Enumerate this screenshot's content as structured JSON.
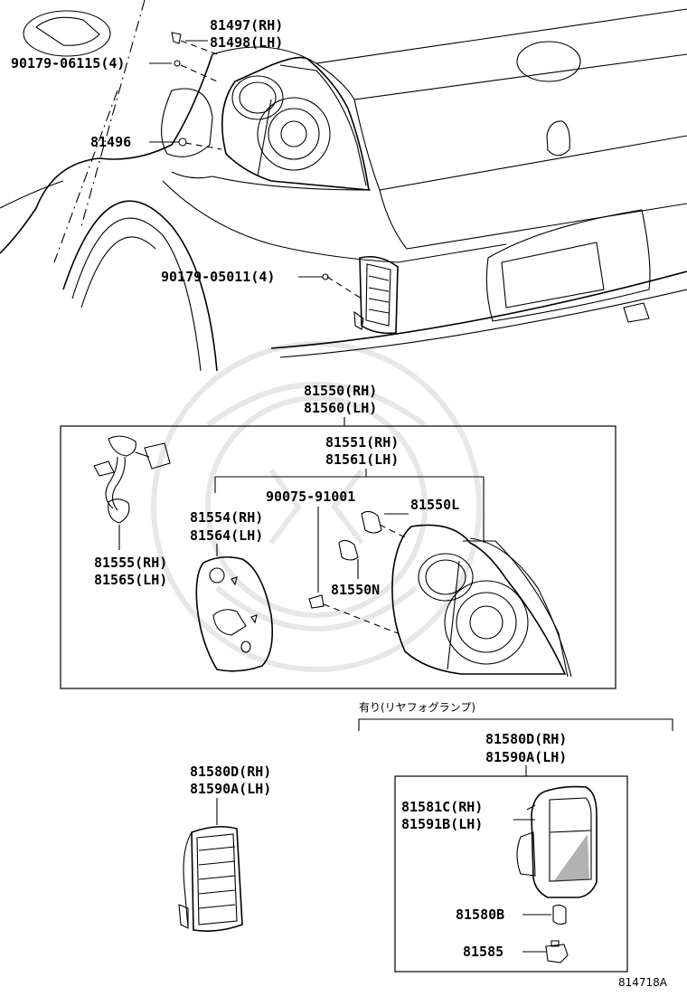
{
  "labels": {
    "p81497": "81497(RH)",
    "p81498": "81498(LH)",
    "p90179_06115": "90179-06115(4)",
    "p81496": "81496",
    "p90179_05011": "90179-05011(4)",
    "p81550": "81550(RH)",
    "p81560": "81560(LH)",
    "p81551": "81551(RH)",
    "p81561": "81561(LH)",
    "p90075": "90075-91001",
    "p81550L": "81550L",
    "p81554": "81554(RH)",
    "p81564": "81564(LH)",
    "p81555": "81555(RH)",
    "p81565": "81565(LH)",
    "p81550N": "81550N",
    "fog_note": "有り(リヤフォグランプ)",
    "p81580D_right": "81580D(RH)",
    "p81590A_right": "81590A(LH)",
    "p81580D_left": "81580D(RH)",
    "p81590A_left": "81590A(LH)",
    "p81581C": "81581C(RH)",
    "p81591B": "81591B(LH)",
    "p81580B": "81580B",
    "p81585": "81585",
    "diagram_code": "814718A"
  }
}
